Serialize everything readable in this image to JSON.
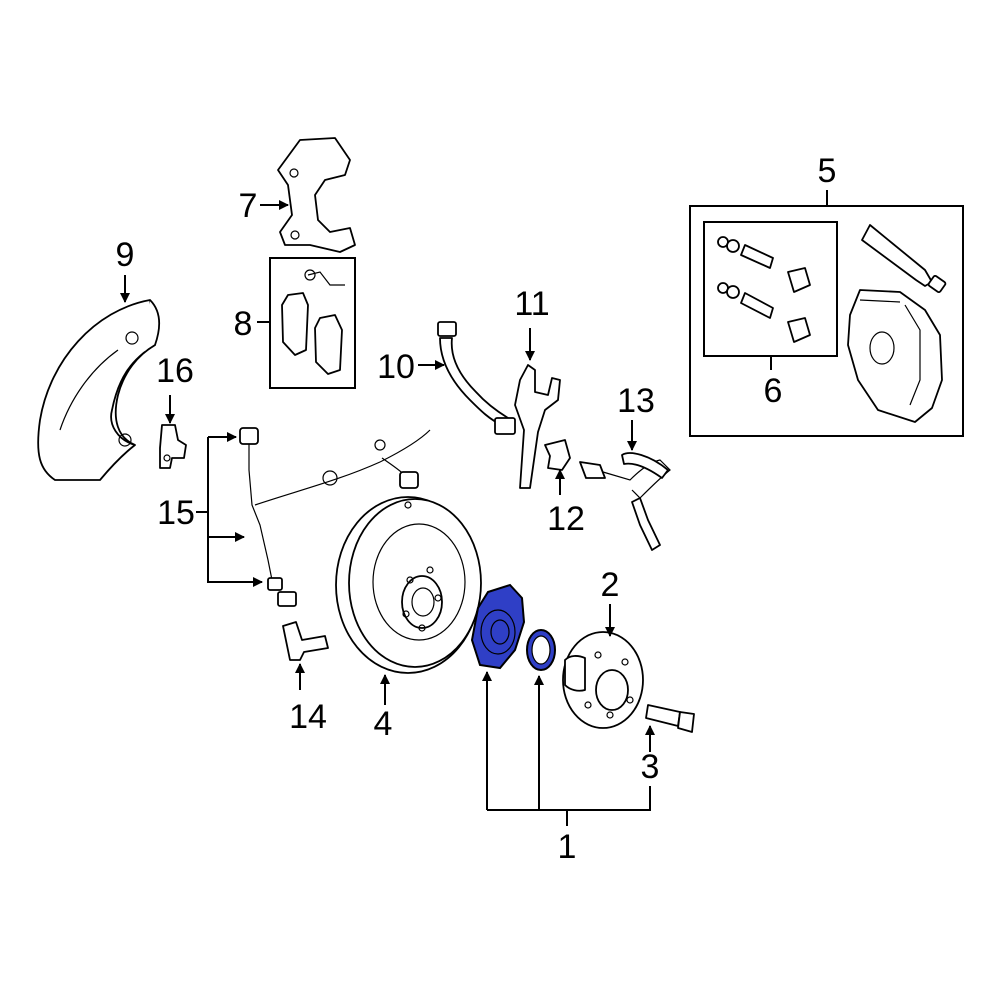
{
  "diagram": {
    "highlight_color": "#2f3fc6",
    "callouts": {
      "c1": "1",
      "c2": "2",
      "c3": "3",
      "c4": "4",
      "c5": "5",
      "c6": "6",
      "c7": "7",
      "c8": "8",
      "c9": "9",
      "c10": "10",
      "c11": "11",
      "c12": "12",
      "c13": "13",
      "c14": "14",
      "c15": "15",
      "c16": "16"
    }
  }
}
